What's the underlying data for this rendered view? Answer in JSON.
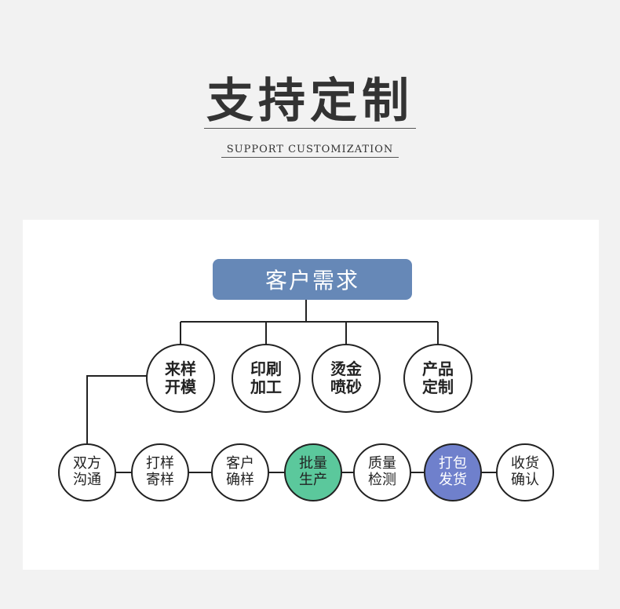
{
  "header": {
    "title": "支持定制",
    "subtitle": "SUPPORT CUSTOMIZATION"
  },
  "diagram": {
    "root": "客户需求",
    "categories": [
      {
        "line1": "来样",
        "line2": "开模"
      },
      {
        "line1": "印刷",
        "line2": "加工"
      },
      {
        "line1": "烫金",
        "line2": "喷砂"
      },
      {
        "line1": "产品",
        "line2": "定制"
      }
    ],
    "steps": [
      {
        "line1": "双方",
        "line2": "沟通"
      },
      {
        "line1": "打样",
        "line2": "寄样"
      },
      {
        "line1": "客户",
        "line2": "确样"
      },
      {
        "line1": "批量",
        "line2": "生产"
      },
      {
        "line1": "质量",
        "line2": "检测"
      },
      {
        "line1": "打包",
        "line2": "发货"
      },
      {
        "line1": "收货",
        "line2": "确认"
      }
    ],
    "colors": {
      "root": "#6688b7",
      "highlight_green": "#5bc89c",
      "highlight_blue": "#6f80cc"
    }
  }
}
